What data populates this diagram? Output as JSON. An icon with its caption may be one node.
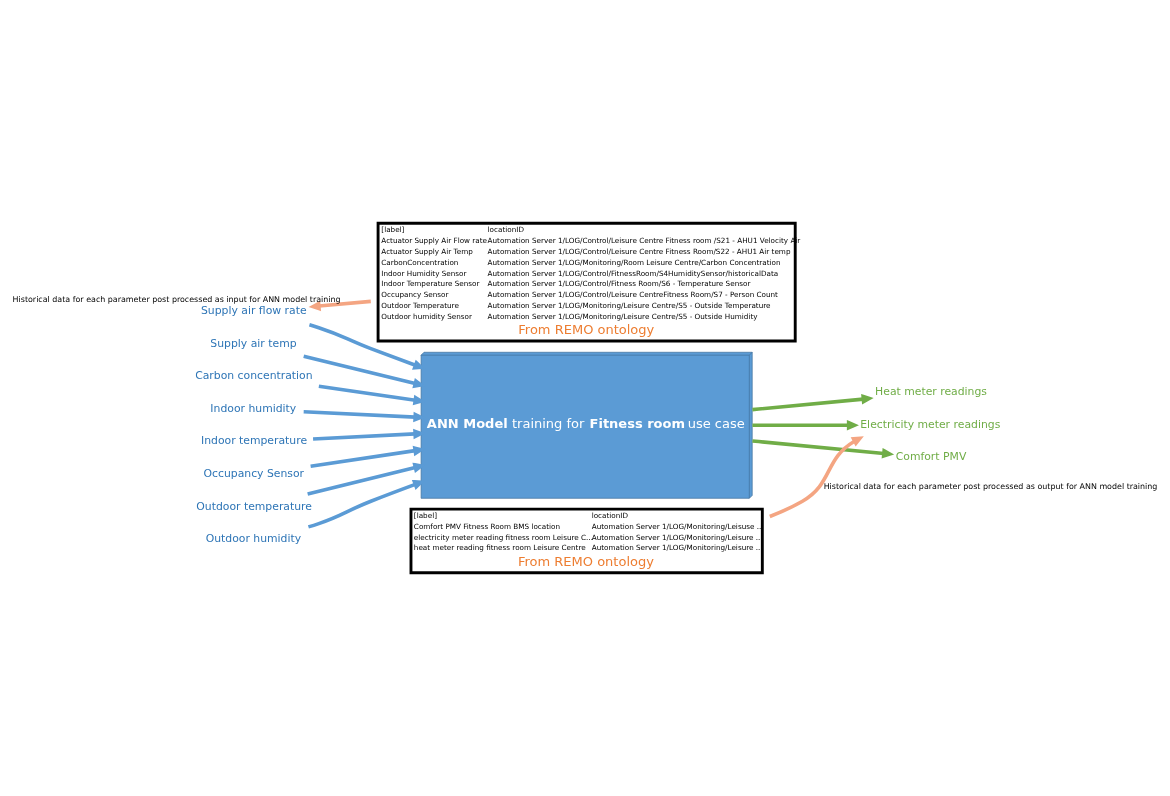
{
  "diagram": {
    "nodes": [
      {
        "text": [
          "[label]",
          "locationID",
          "Actuator Supply Air Flow rate",
          "Automation Server 1/LOG/Control/Leisure Centre Fitness room /S21 - AHU1 Velocity Air",
          "Actuator Supply Air Temp",
          "Automation Server 1/LOG/Control/Leisure Centre Fitness Room/S22 - AHU1 Air temp",
          "CarbonConcentration",
          "Automation Server 1/LOG/Monitoring/Room Leisure Centre/Carbon Concentration",
          "Indoor Humidity Sensor",
          "Automation Server 1/LOG/Control/FitnessRoom/S4HumiditySensor/historicalData",
          "Indoor Temperature Sensor",
          "Automation Server 1/LOG/Control/Fitness Room/S6 - Temperature Sensor",
          "Occupancy Sensor",
          "Automation Server 1/LOG/Control/Leisure CentreFitness Room/S7 - Person Count",
          "Outdoor Temperature",
          "Automation Server 1/LOG/Monitoring/Leisure Centre/S5 - Outside Temperature",
          "Outdoor humidity Sensor",
          "Automation Server 1/LOG/Monitoring/Leisure Centre/S5 - Outside Humidity",
          "From REMO ontology"
        ]
      },
      {
        "text": [
          "Supply air flow rate"
        ]
      },
      {
        "text": [
          "Supply air temp"
        ]
      },
      {
        "text": [
          "Carbon concentration"
        ]
      },
      {
        "text": [
          "Indoor humidity"
        ]
      },
      {
        "text": [
          "Indoor temperature"
        ]
      },
      {
        "text": [
          "Occupancy Sensor"
        ]
      },
      {
        "text": [
          "Outdoor temperature"
        ]
      },
      {
        "text": [
          "Outdoor humidity"
        ]
      },
      {
        "text": [
          "**ANN Model** training for **Fitness room** use case"
        ]
      },
      {
        "text": [
          "Heat meter readings"
        ]
      },
      {
        "text": [
          "Electricity meter readings"
        ]
      },
      {
        "text": [
          "Comfort PMV"
        ]
      },
      {
        "text": [
          "[label]",
          "locationID",
          "Comfort PMV Fitness Room BMS location",
          "Automation Server 1/LOG/Monitoring/Leisuse ...",
          "electricity meter reading fitness room Leisure C...",
          "Automation Server 1/LOG/Monitoring/Leisure ...",
          "heat meter reading fitness room Leisure Centre",
          "Automation Server 1/LOG/Monitoring/Leisure ...",
          "From REMO ontology"
        ]
      }
    ],
    "edges": [
      {
        "from": 0,
        "to": 1,
        "arrow": "to",
        "color": "#f4a582",
        "label": "Historical data for each parameter post processed as input for ANN model training"
      },
      {
        "from": 1,
        "to": 9,
        "arrow": "to"
      },
      {
        "from": 2,
        "to": 9,
        "arrow": "to"
      },
      {
        "from": 3,
        "to": 9,
        "arrow": "to"
      },
      {
        "from": 4,
        "to": 9,
        "arrow": "to"
      },
      {
        "from": 5,
        "to": 9,
        "arrow": "to"
      },
      {
        "from": 6,
        "to": 9,
        "arrow": "to"
      },
      {
        "from": 7,
        "to": 9,
        "arrow": "to"
      },
      {
        "from": 8,
        "to": 9,
        "arrow": "to"
      },
      {
        "from": 9,
        "to": 10,
        "arrow": "to",
        "color": "#70ad47"
      },
      {
        "from": 9,
        "to": 11,
        "arrow": "to",
        "color": "#70ad47"
      },
      {
        "from": 9,
        "to": 12,
        "arrow": "to",
        "color": "#70ad47"
      },
      {
        "from": 13,
        "to": 11,
        "arrow": "to",
        "color": "#f4a582",
        "label": "Historical data for each parameter post processed as output for ANN model training"
      }
    ]
  }
}
